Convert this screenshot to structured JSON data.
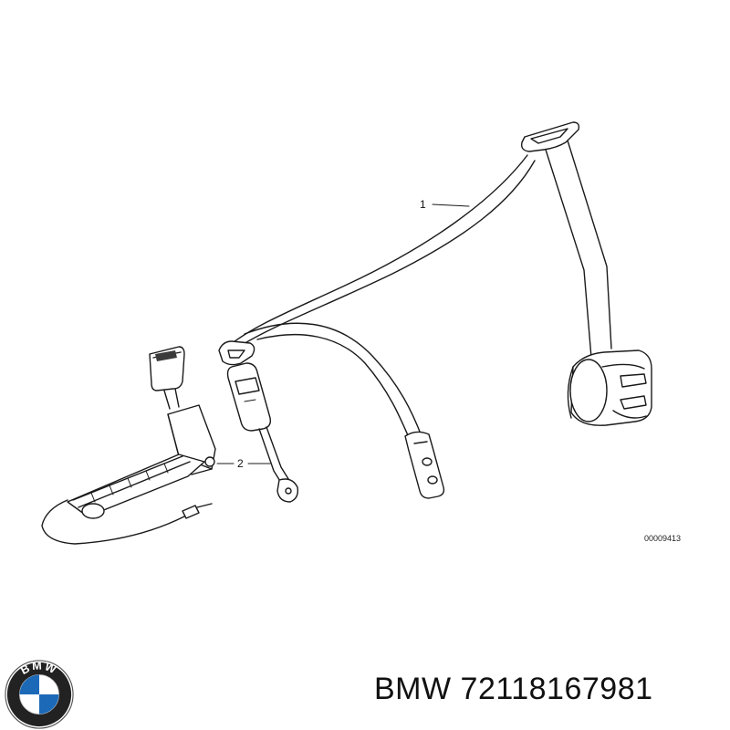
{
  "diagram": {
    "callouts": [
      {
        "id": "1",
        "label": "1"
      },
      {
        "id": "2",
        "label": "2"
      }
    ],
    "drawing_code": "00009413"
  },
  "brand": {
    "logo_text": "BMW",
    "caption": "BMW 72118167981"
  },
  "colors": {
    "line": "#1a1a1a",
    "logo_blue": "#1c69b8",
    "logo_ring": "#222222"
  }
}
